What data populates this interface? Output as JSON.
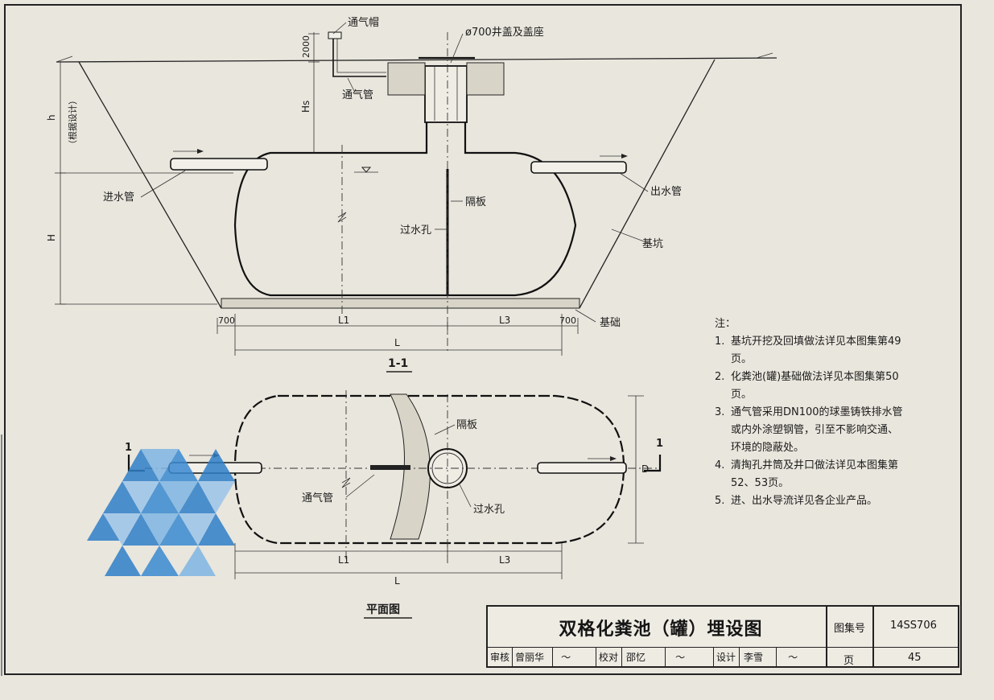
{
  "section": {
    "label": "1-1",
    "vent_cap": "通气帽",
    "manhole_cover": "ø700井盖及盖座",
    "vent_pipe": "通气管",
    "inlet_pipe": "进水管",
    "outlet_pipe": "出水管",
    "partition": "隔板",
    "flow_hole": "过水孔",
    "pit": "基坑",
    "foundation": "基础",
    "dim_2000": "2000",
    "dim_hs": "Hs",
    "dim_h_lower": "h",
    "dim_h_note": "（根据设计）",
    "dim_H": "H",
    "dim_700_left": "700",
    "dim_700_right": "700",
    "dim_L1": "L1",
    "dim_L3": "L3",
    "dim_L": "L"
  },
  "plan": {
    "label": "平面图",
    "partition": "隔板",
    "vent_pipe": "通气管",
    "flow_hole": "过水孔",
    "dim_D": "D",
    "dim_L1": "L1",
    "dim_L3": "L3",
    "dim_L": "L",
    "cut_left": "1",
    "cut_right": "1"
  },
  "notes": {
    "heading": "注：",
    "items": [
      {
        "num": "1.",
        "text": "基坑开挖及回填做法详见本图集第49页。"
      },
      {
        "num": "2.",
        "text": "化粪池(罐)基础做法详见本图集第50页。"
      },
      {
        "num": "3.",
        "text": "通气管采用DN100的球墨铸铁排水管或内外涂塑钢管，引至不影响交通、环境的隐蔽处。"
      },
      {
        "num": "4.",
        "text": "清掏孔井筒及井口做法详见本图集第52、53页。"
      },
      {
        "num": "5.",
        "text": "进、出水导流详见各企业产品。"
      }
    ]
  },
  "title_block": {
    "title": "双格化粪池（罐）埋设图",
    "atlas_label": "图集号",
    "atlas_no": "14SS706",
    "page_label": "页",
    "page_no": "45",
    "review_label": "审核",
    "reviewer": "曾丽华",
    "check_label": "校对",
    "checker": "邵忆",
    "design_label": "设计",
    "designer": "李雪"
  },
  "colors": {
    "paper": "#e9e6dd",
    "line": "#222222",
    "logo_blue": "#2f7fc8"
  }
}
